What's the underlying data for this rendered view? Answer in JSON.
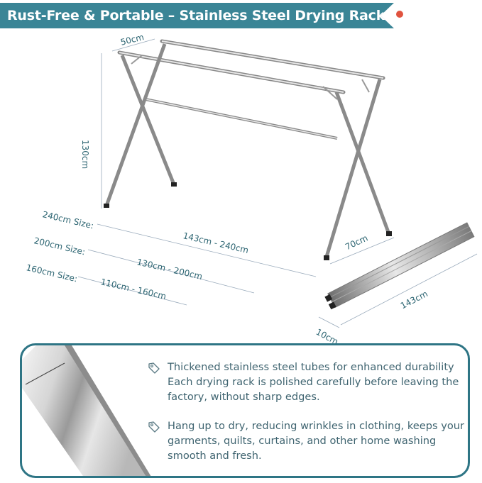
{
  "header": {
    "title": "Rust-Free & Portable – Stainless Steel Drying Rack",
    "banner_color": "#3a8596",
    "dot_color": "#e0533f"
  },
  "dimensions": {
    "depth": "50cm",
    "height": "130cm",
    "leg_spread": "70cm",
    "folded_length": "143cm",
    "folded_thickness": "10cm"
  },
  "sizes": [
    {
      "label": "240cm Size:",
      "range": "143cm - 240cm"
    },
    {
      "label": "200cm Size:",
      "range": "130cm - 200cm"
    },
    {
      "label": "160cm Size:",
      "range": "110cm - 160cm"
    }
  ],
  "features": {
    "icon": "tag-icon",
    "items": [
      {
        "text": "Thickened stainless steel tubes for enhanced durability Each drying rack is polished carefully before leaving the factory, without sharp edges."
      },
      {
        "text": "Hang up to dry, reducing wrinkles in clothing, keeps your garments, quilts, curtains, and other home washing smooth and fresh."
      }
    ],
    "border_color": "#2e7585",
    "text_color": "#3f6470"
  }
}
